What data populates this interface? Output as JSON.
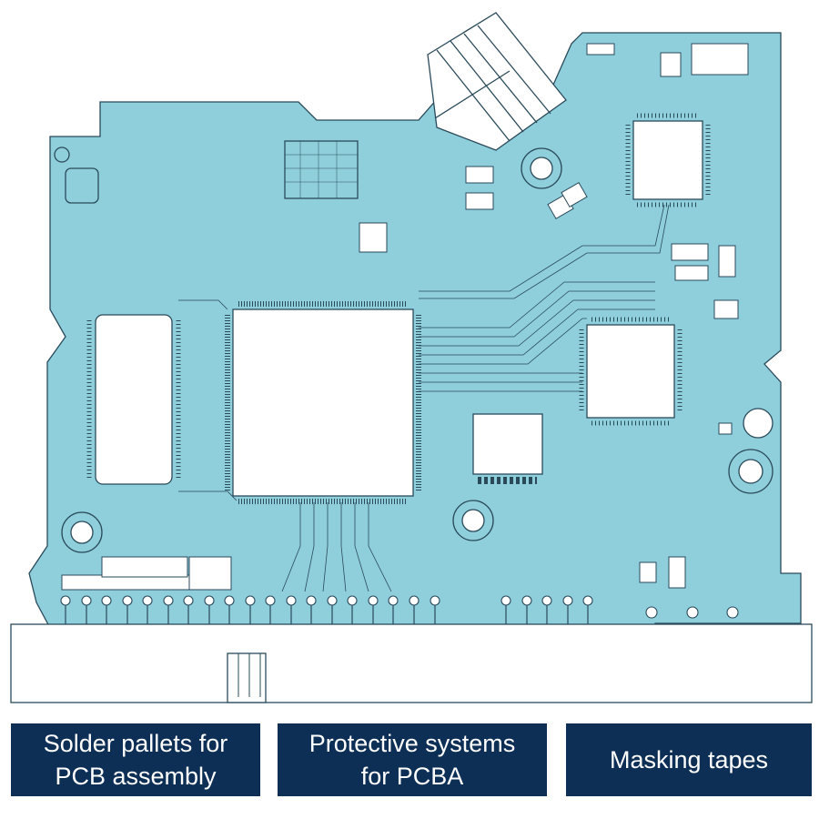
{
  "captions": {
    "solder_pallets": {
      "line1": "Solder pallets for",
      "line2": "PCB assembly"
    },
    "protective_systems": {
      "line1": "Protective systems",
      "line2": "for PCBA"
    },
    "masking_tapes": {
      "line1": "Masking tapes"
    }
  },
  "colors": {
    "board_fill": "#8fcfdc",
    "outline": "#2a4a5a",
    "component_fill": "#ffffff",
    "caption_bg": "#0d2f56",
    "caption_text": "#ffffff"
  }
}
